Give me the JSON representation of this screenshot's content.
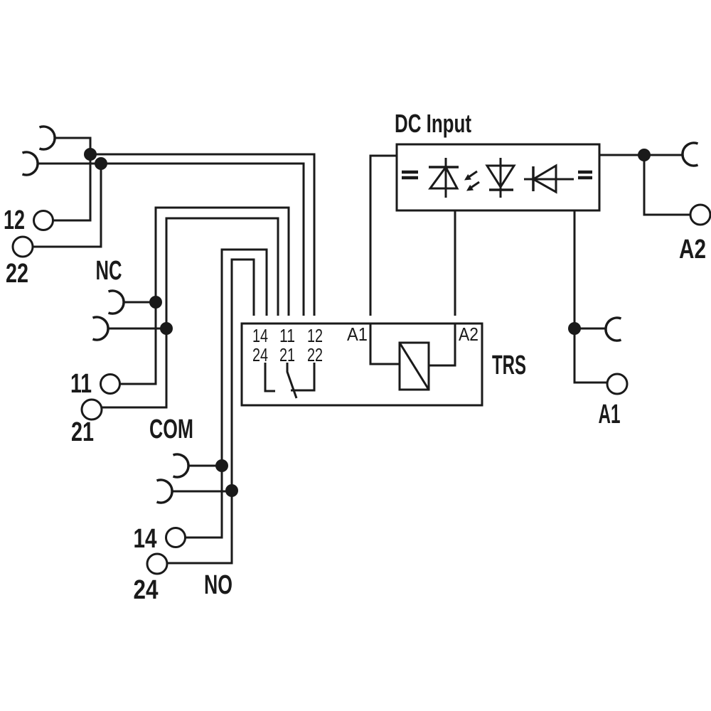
{
  "dc_input": {
    "title": "DC Input",
    "polarity_symbol": "="
  },
  "relay": {
    "name": "TRS",
    "pins_row1": [
      "14",
      "11",
      "12"
    ],
    "pins_row2": [
      "24",
      "21",
      "22"
    ],
    "coil_a1": "A1",
    "coil_a2": "A2"
  },
  "terminals": {
    "t12": "12",
    "t22": "22",
    "t11": "11",
    "t21": "21",
    "t14": "14",
    "t24": "24",
    "a1": "A1",
    "a2": "A2",
    "nc_group_label": "NC",
    "com_group_label": "COM",
    "no_group_label": "NO"
  },
  "colors": {
    "line": "#1a1a1a",
    "background": "#ffffff"
  }
}
